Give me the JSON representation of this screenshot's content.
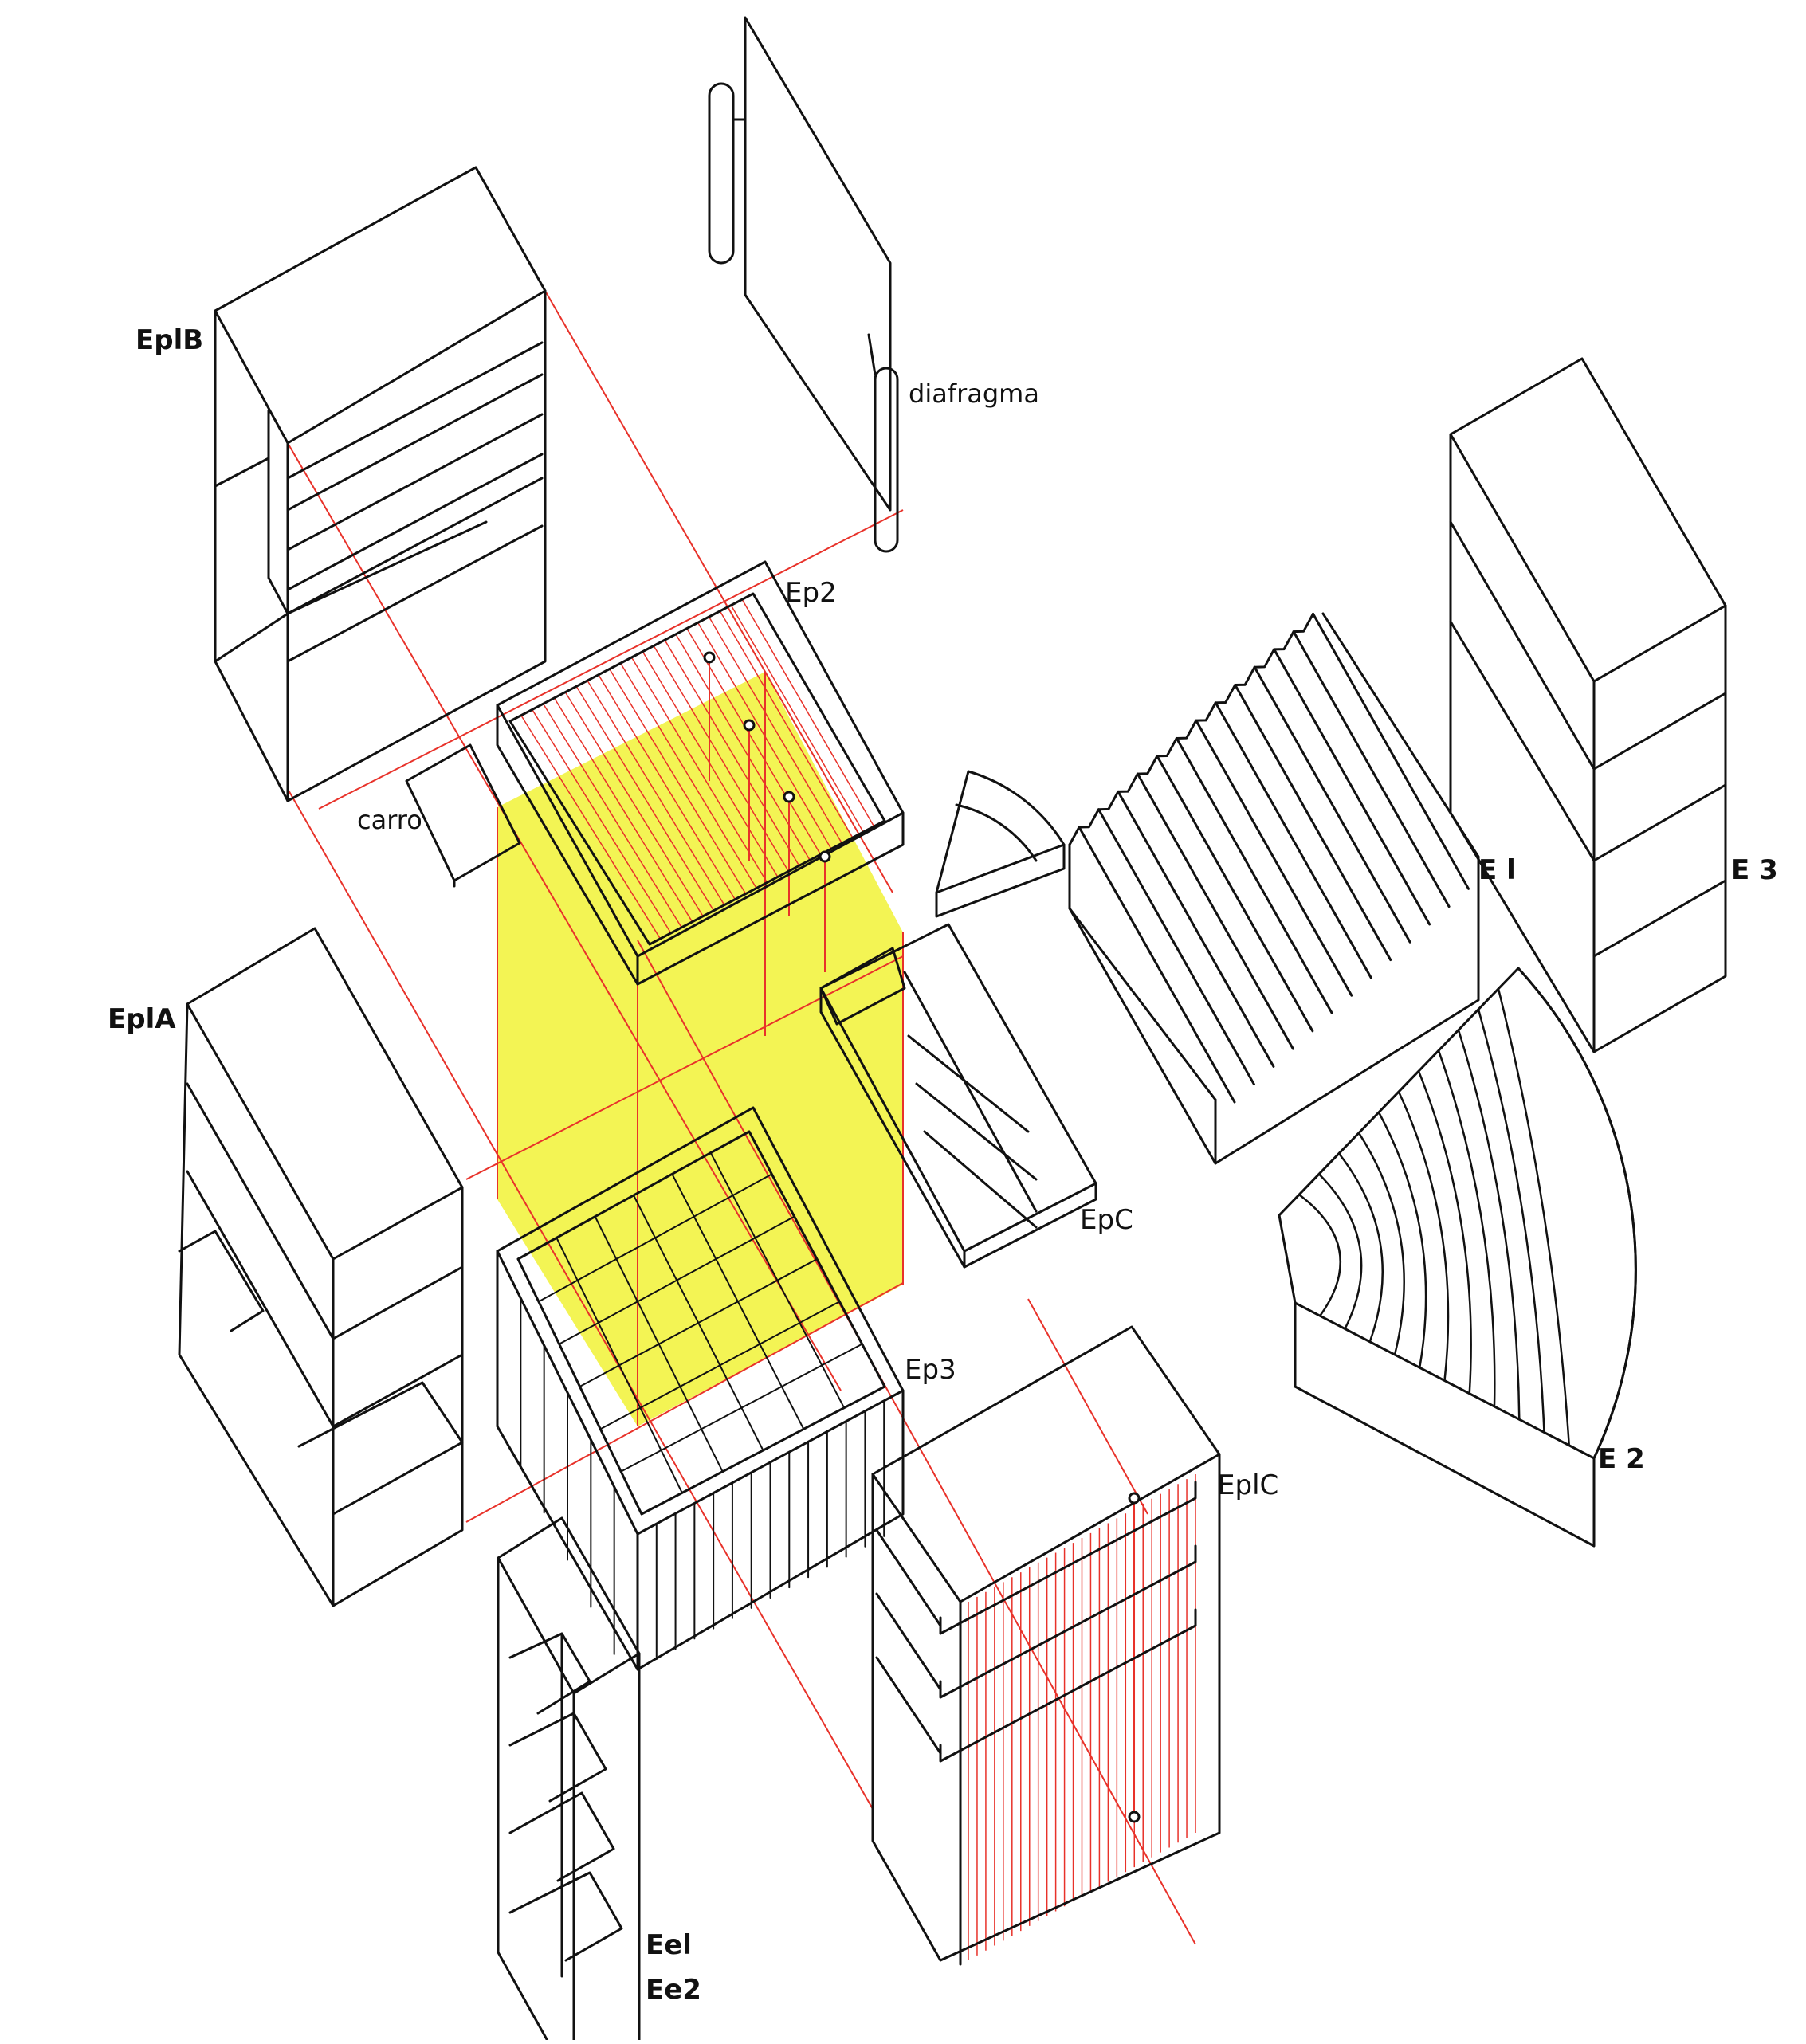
{
  "labels": {
    "ep1b": "EplB",
    "diafragma": "diafragma",
    "ep2": "Ep2",
    "carro": "carro",
    "e1": "E l",
    "e3": "E 3",
    "ep1a": "EplA",
    "epc": "EpC",
    "ep3": "Ep3",
    "e2": "E 2",
    "ep1c": "EplC",
    "ee1": "Eel",
    "ee2": "Ee2"
  },
  "colors": {
    "ink": "#111111",
    "construction": "#e8322a",
    "highlight": "#f1f33c",
    "paper": "#ffffff"
  }
}
